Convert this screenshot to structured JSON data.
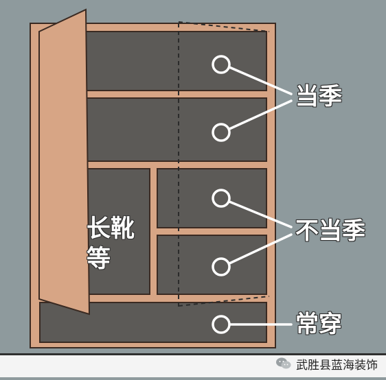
{
  "labels": {
    "in_season": "当季",
    "off_season": "不当季",
    "daily_wear": "常穿",
    "boots": "长靴等"
  },
  "watermark": {
    "text": "武胜县蓝海装饰",
    "icon": "wechat-icon"
  },
  "colors": {
    "background": "#8e9a9d",
    "cabinet_frame": "#d7a585",
    "shelf_fill": "#5c5a57",
    "outline": "#3a2a22",
    "marker": "#ffffff"
  }
}
